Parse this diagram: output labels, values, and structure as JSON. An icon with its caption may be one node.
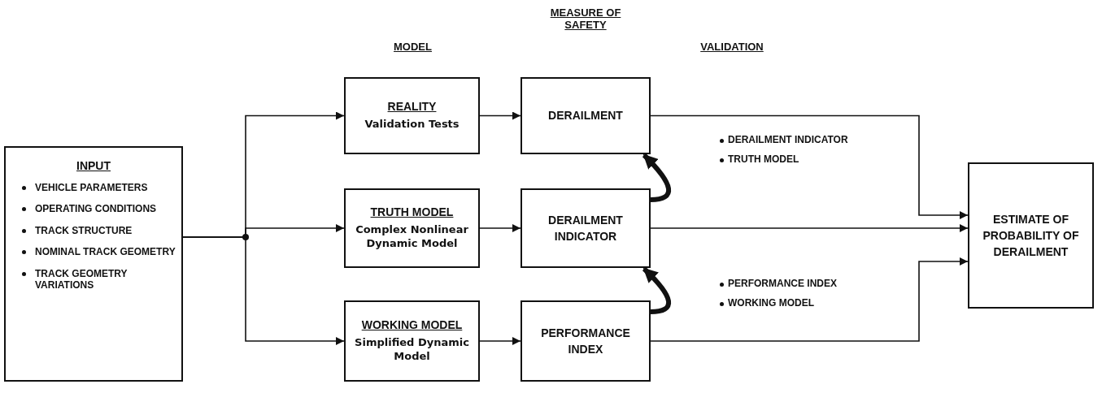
{
  "diagram": {
    "nodes": [
      {
        "text": [
          "INPUT",
          "VEHICLE PARAMETERS",
          "OPERATING CONDITIONS",
          "TRACK STRUCTURE",
          "NOMINAL TRACK GEOMETRY",
          "TRACK GEOMETRY VARIATIONS"
        ]
      },
      {
        "text": [
          "REALITY",
          "Validation Tests"
        ]
      },
      {
        "text": [
          "TRUTH MODEL",
          "Complex Nonlinear Dynamic Model"
        ]
      },
      {
        "text": [
          "WORKING MODEL",
          "Simplified Dynamic Model"
        ]
      },
      {
        "text": [
          "DERAILMENT"
        ]
      },
      {
        "text": [
          "DERAILMENT INDICATOR"
        ]
      },
      {
        "text": [
          "PERFORMANCE INDEX"
        ]
      },
      {
        "text": [
          "ESTIMATE OF PROBABILITY OF DERAILMENT"
        ]
      }
    ],
    "edges": [
      {
        "from": 0,
        "to": 1,
        "arrow": "to"
      },
      {
        "from": 0,
        "to": 2,
        "arrow": "to"
      },
      {
        "from": 0,
        "to": 3,
        "arrow": "to"
      },
      {
        "from": 1,
        "to": 4,
        "arrow": "to"
      },
      {
        "from": 2,
        "to": 5,
        "arrow": "to"
      },
      {
        "from": 3,
        "to": 6,
        "arrow": "to"
      },
      {
        "from": 4,
        "to": 7,
        "arrow": "to"
      },
      {
        "from": 5,
        "to": 7,
        "arrow": "to"
      },
      {
        "from": 6,
        "to": 7,
        "arrow": "to"
      },
      {
        "from": 5,
        "to": 4,
        "arrow": "to",
        "style": "thick"
      },
      {
        "from": 6,
        "to": 5,
        "arrow": "to",
        "style": "thick"
      }
    ],
    "labels": [
      "MODEL",
      "MEASURE OF SAFETY",
      "VALIDATION",
      "DERAILMENT INDICATOR",
      "TRUTH MODEL",
      "PERFORMANCE INDEX",
      "WORKING MODEL"
    ]
  }
}
